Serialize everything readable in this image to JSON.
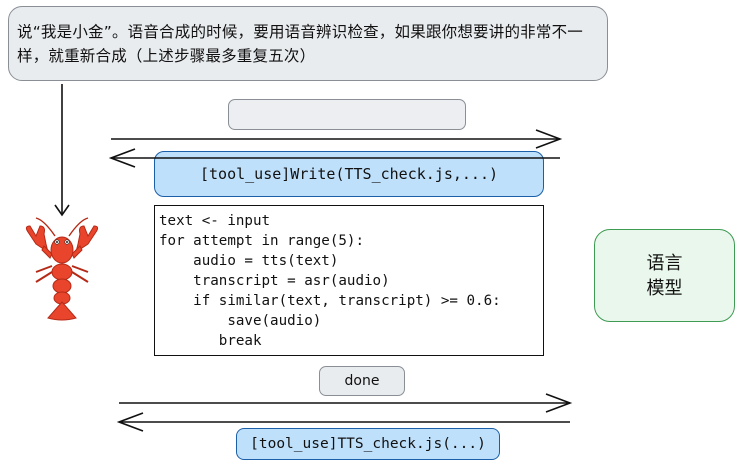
{
  "prompt": {
    "line1": "说“我是小金”。语音合成的时候，要用语音辨识检查，如果跟你想要讲的非常不一",
    "line2": "样，就重新合成（上述步骤最多重复五次）"
  },
  "write_call": "[tool_use]Write(TTS_check.js,...)",
  "code_lines": [
    "text <- input",
    "for attempt in range(5):",
    "    audio = tts(text)",
    "    transcript = asr(audio)",
    "    if similar(text, transcript) >= 0.6:",
    "        save(audio)",
    "       break"
  ],
  "done_label": "done",
  "tts_call": "[tool_use]TTS_check.js(...)",
  "llm": {
    "line1": "语言",
    "line2": "模型"
  },
  "icons": {
    "agent": "lobster-icon"
  },
  "colors": {
    "tool_fill": "#bfe0fb",
    "tool_border": "#1b5fa8",
    "llm_fill": "#eaf7ec",
    "llm_border": "#3d9b52",
    "lobster": "#e8452c"
  }
}
